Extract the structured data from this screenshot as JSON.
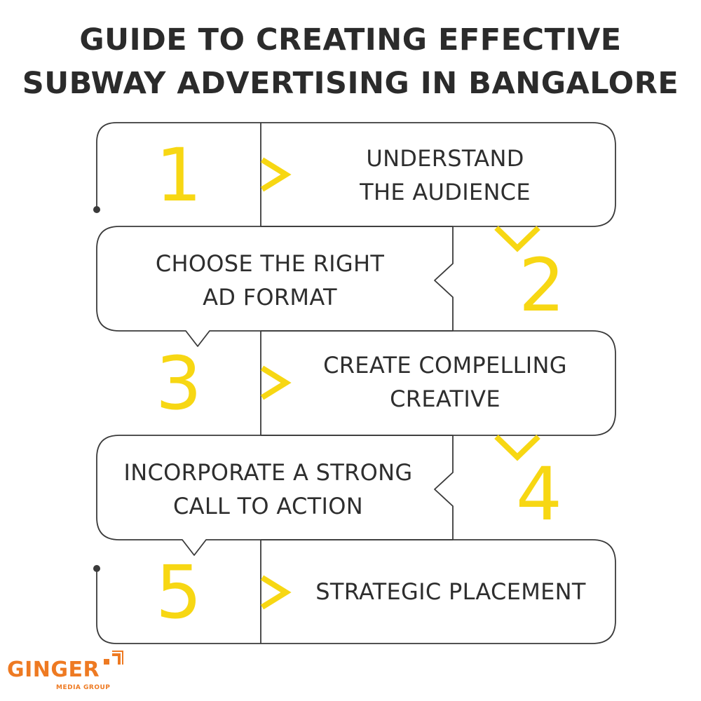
{
  "title": {
    "line1": "GUIDE TO CREATING EFFECTIVE",
    "line2": "SUBWAY ADVERTISING IN BANGALORE"
  },
  "steps": [
    {
      "number": "1",
      "lines": [
        "UNDERSTAND",
        "THE AUDIENCE"
      ]
    },
    {
      "number": "2",
      "lines": [
        "CHOOSE THE RIGHT",
        "AD FORMAT"
      ]
    },
    {
      "number": "3",
      "lines": [
        "CREATE COMPELLING",
        "CREATIVE"
      ]
    },
    {
      "number": "4",
      "lines": [
        "INCORPORATE A STRONG",
        "CALL TO ACTION"
      ]
    },
    {
      "number": "5",
      "lines": [
        "STRATEGIC PLACEMENT"
      ]
    }
  ],
  "logo": {
    "name": "GINGER",
    "subtitle": "MEDIA GROUP"
  },
  "colors": {
    "accent": "#f7d713",
    "outline": "#3a3a3a",
    "text": "#2e2e2e",
    "brand": "#ee7a22"
  }
}
